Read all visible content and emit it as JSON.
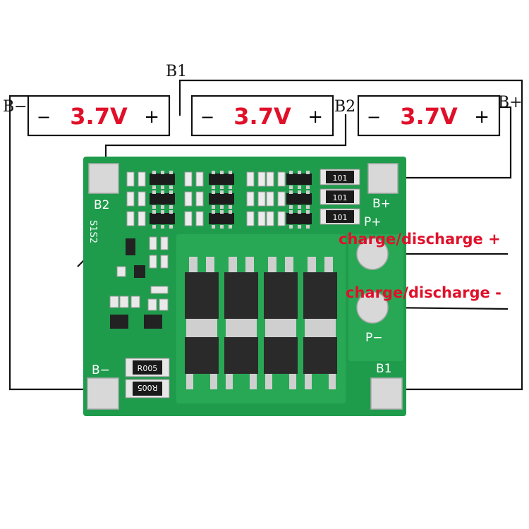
{
  "colors": {
    "pcb": "#1f9b4c",
    "pcb_dark": "#157a3a",
    "pcb_trace": "#2fb25c",
    "pad": "#d8d8d8",
    "pad_edge": "#a9a9a9",
    "silk": "#ffffff",
    "wire": "#111111",
    "voltage_text": "#e0102a",
    "callout_text": "#e0102a",
    "mosfet_body": "#2a2a2a",
    "mosfet_tab": "#cfcfcf",
    "resistor_body": "#1a1a1a"
  },
  "batteries": [
    {
      "minus": "−",
      "voltage": "3.7V",
      "plus": "+"
    },
    {
      "minus": "−",
      "voltage": "3.7V",
      "plus": "+"
    },
    {
      "minus": "−",
      "voltage": "3.7V",
      "plus": "+"
    }
  ],
  "wire_labels": {
    "b_minus": "B−",
    "b1": "B1",
    "b2": "B2",
    "b_plus": "B+"
  },
  "board_labels": {
    "b2": "B2",
    "b_plus": "B+",
    "p_plus": "P+",
    "p_minus": "P−",
    "b1": "B1",
    "b_minus": "B−",
    "s1s2": "S1S2"
  },
  "components": {
    "shunt_resistor_code": "101",
    "sense_resistor_code": "R005"
  },
  "callouts": {
    "charge_plus": "charge/discharge +",
    "charge_minus": "charge/discharge -"
  }
}
